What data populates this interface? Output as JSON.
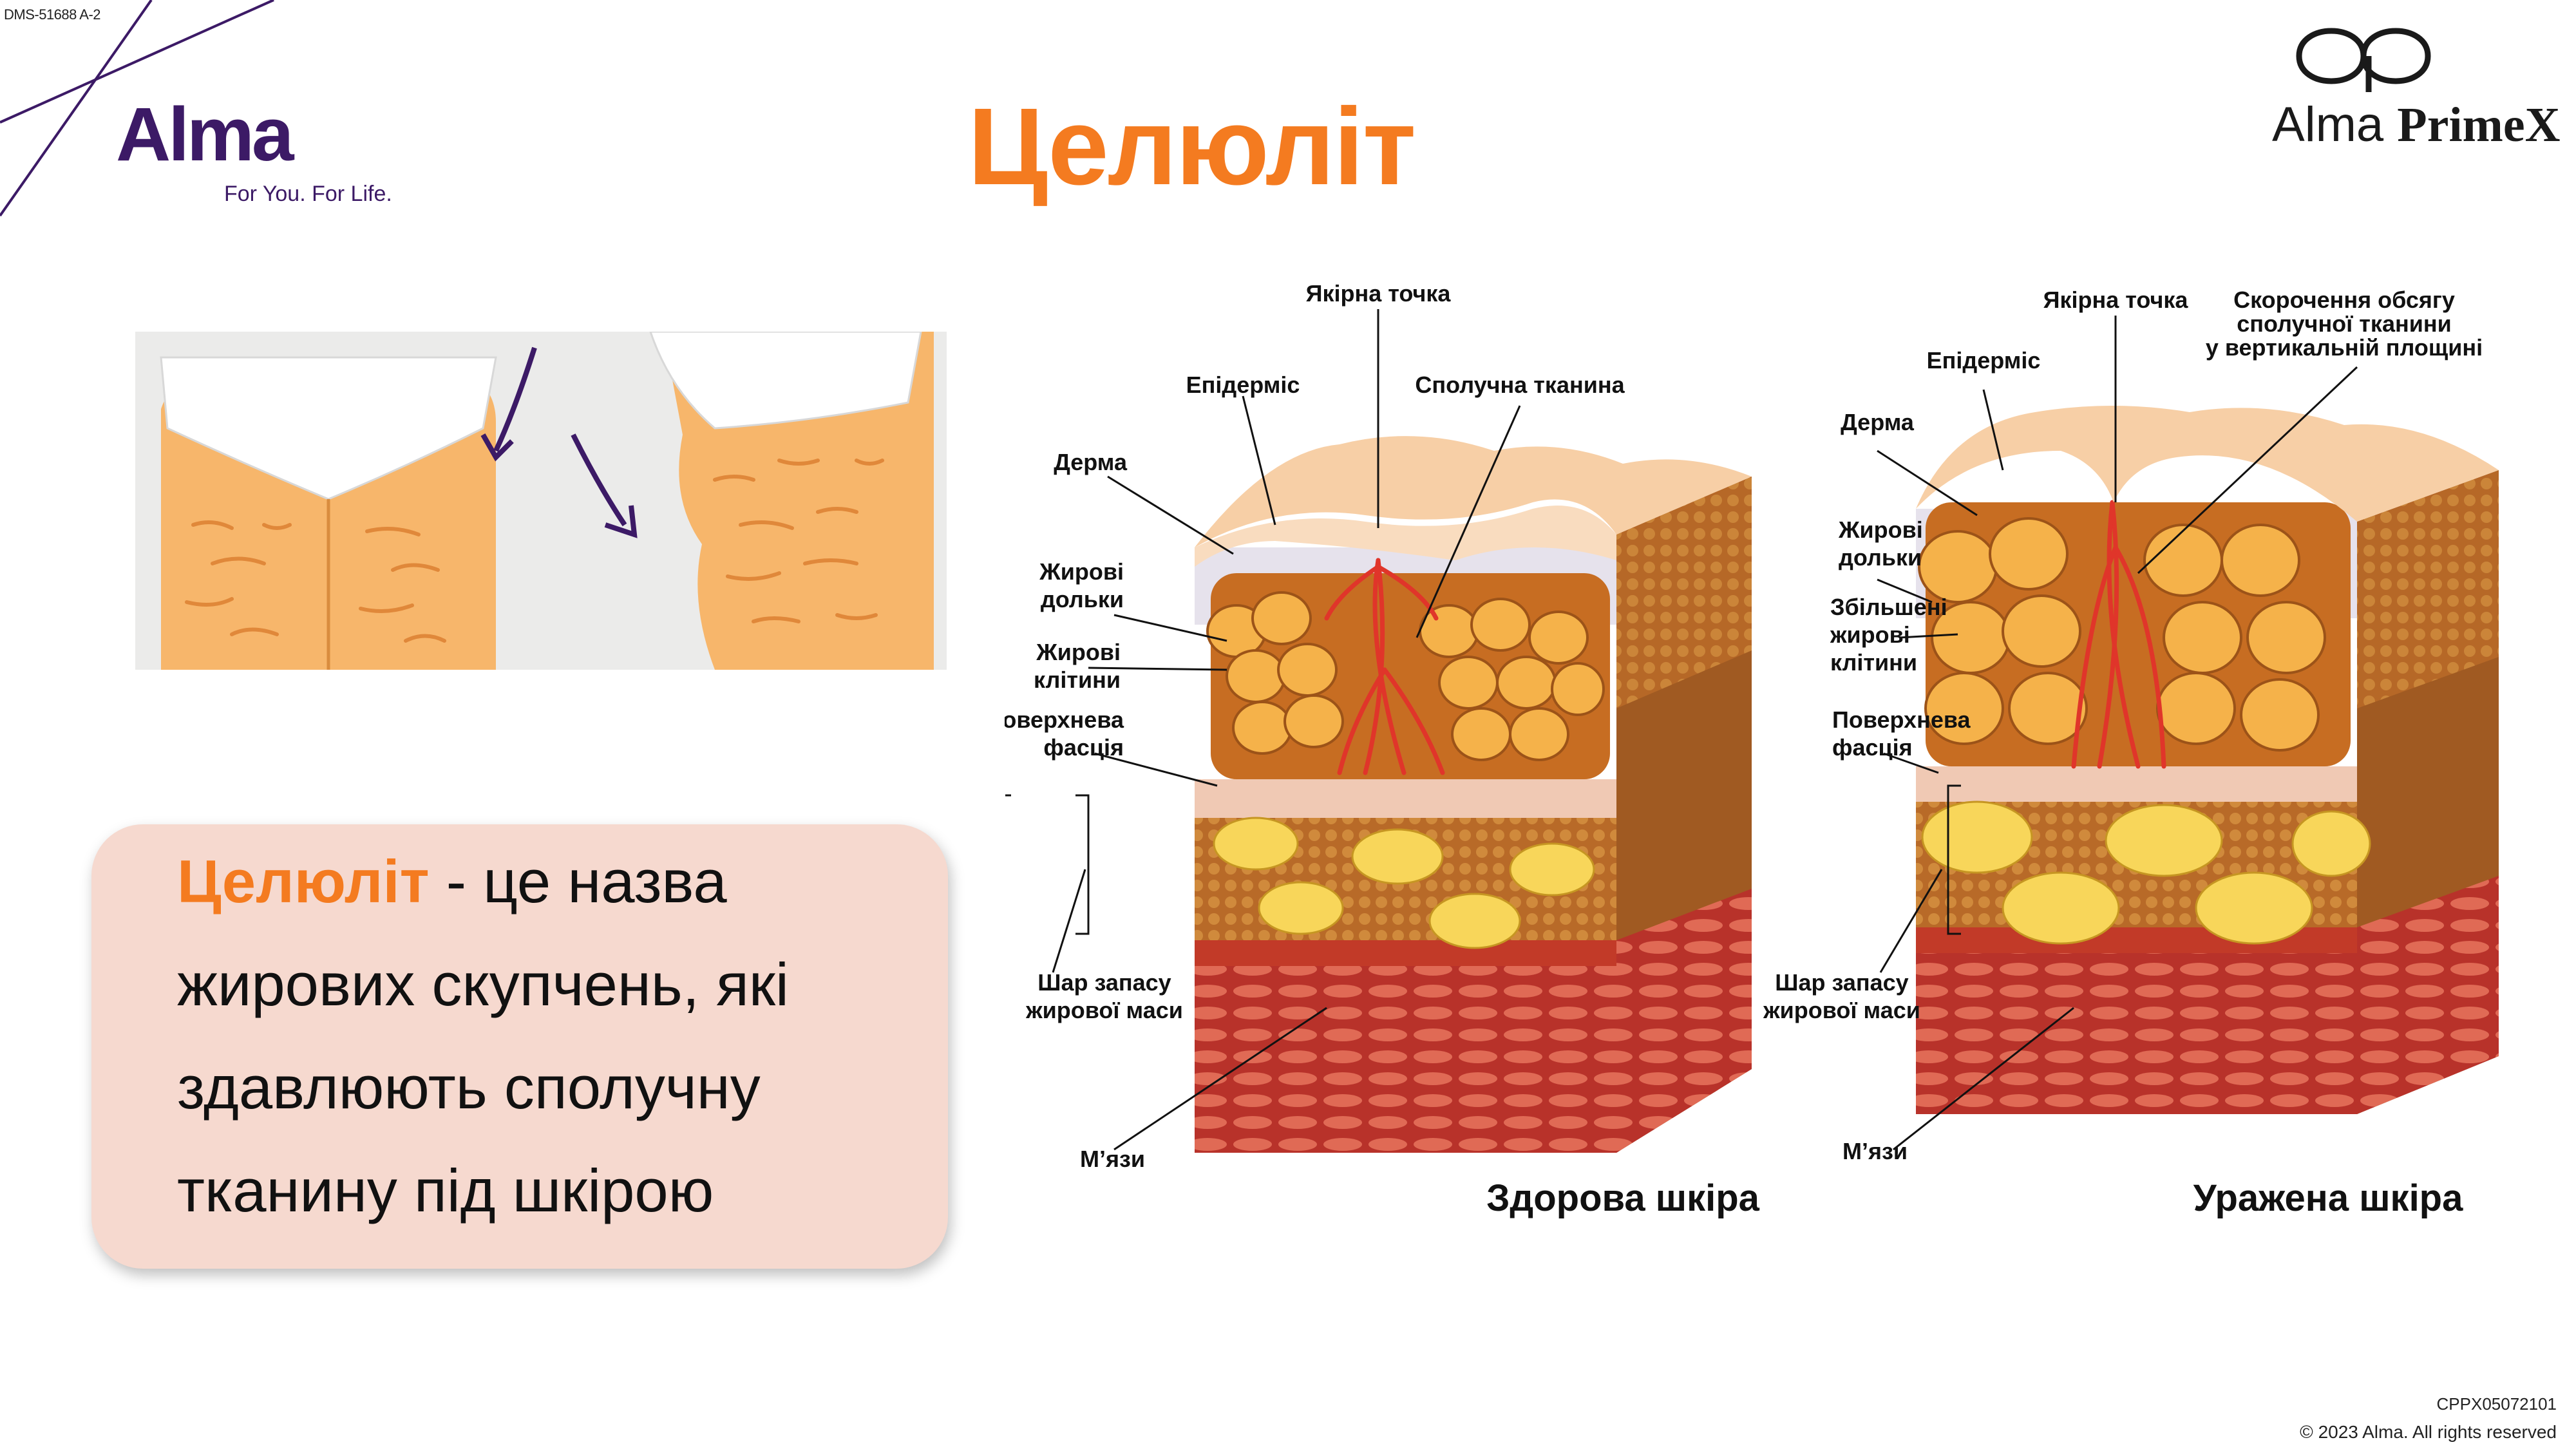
{
  "header": {
    "doc_code": "DMS-51688 A-2",
    "title": "Целюліт"
  },
  "brand": {
    "alma_word": "Alma",
    "alma_tagline": "For You. For Life.",
    "primex_alma": "Alma",
    "primex_name": "PrimeX"
  },
  "definition": {
    "highlight": "Целюліт",
    "line1_rest": " - це назва",
    "line2": "жирових скупчень, які",
    "line3": "здавлюють сполучну",
    "line4": "тканину під шкірою"
  },
  "diagram": {
    "healthy": {
      "caption": "Здорова шкіра",
      "anchor_point": "Якірна точка",
      "epidermis": "Епідерміс",
      "connective_tissue": "Сполучна тканина",
      "dermis": "Дерма",
      "fat_lobules_1": "Жирові",
      "fat_lobules_2": "дольки",
      "fat_cells_1": "Жирові",
      "fat_cells_2": "клітини",
      "fascia_1": "Поверхнева",
      "fascia_2": "фасція",
      "reserve_1": "Шар запасу",
      "reserve_2": "жирової маси",
      "muscles": "М’язи"
    },
    "affected": {
      "caption": "Уражена шкіра",
      "anchor_point": "Якірна точка",
      "shortening_1": "Скорочення обсягу",
      "shortening_2": "сполучної тканини",
      "shortening_3": "у вертикальній площині",
      "epidermis": "Епідерміс",
      "dermis": "Дерма",
      "fat_lobules_1": "Жирові",
      "fat_lobules_2": "дольки",
      "enlarged_1": "Збільшені",
      "enlarged_2": "жирові",
      "enlarged_3": "клітини",
      "fascia_1": "Поверхнева",
      "fascia_2": "фасція",
      "reserve_1": "Шар запасу",
      "reserve_2": "жирової маси",
      "muscles": "М’язи"
    }
  },
  "footer": {
    "code": "CPPX05072101",
    "copyright": "© 2023 Alma. All rights reserved"
  },
  "colors": {
    "accent_orange": "#f47b20",
    "brand_purple": "#3c1a66",
    "box_pink": "#f6d9cf"
  }
}
